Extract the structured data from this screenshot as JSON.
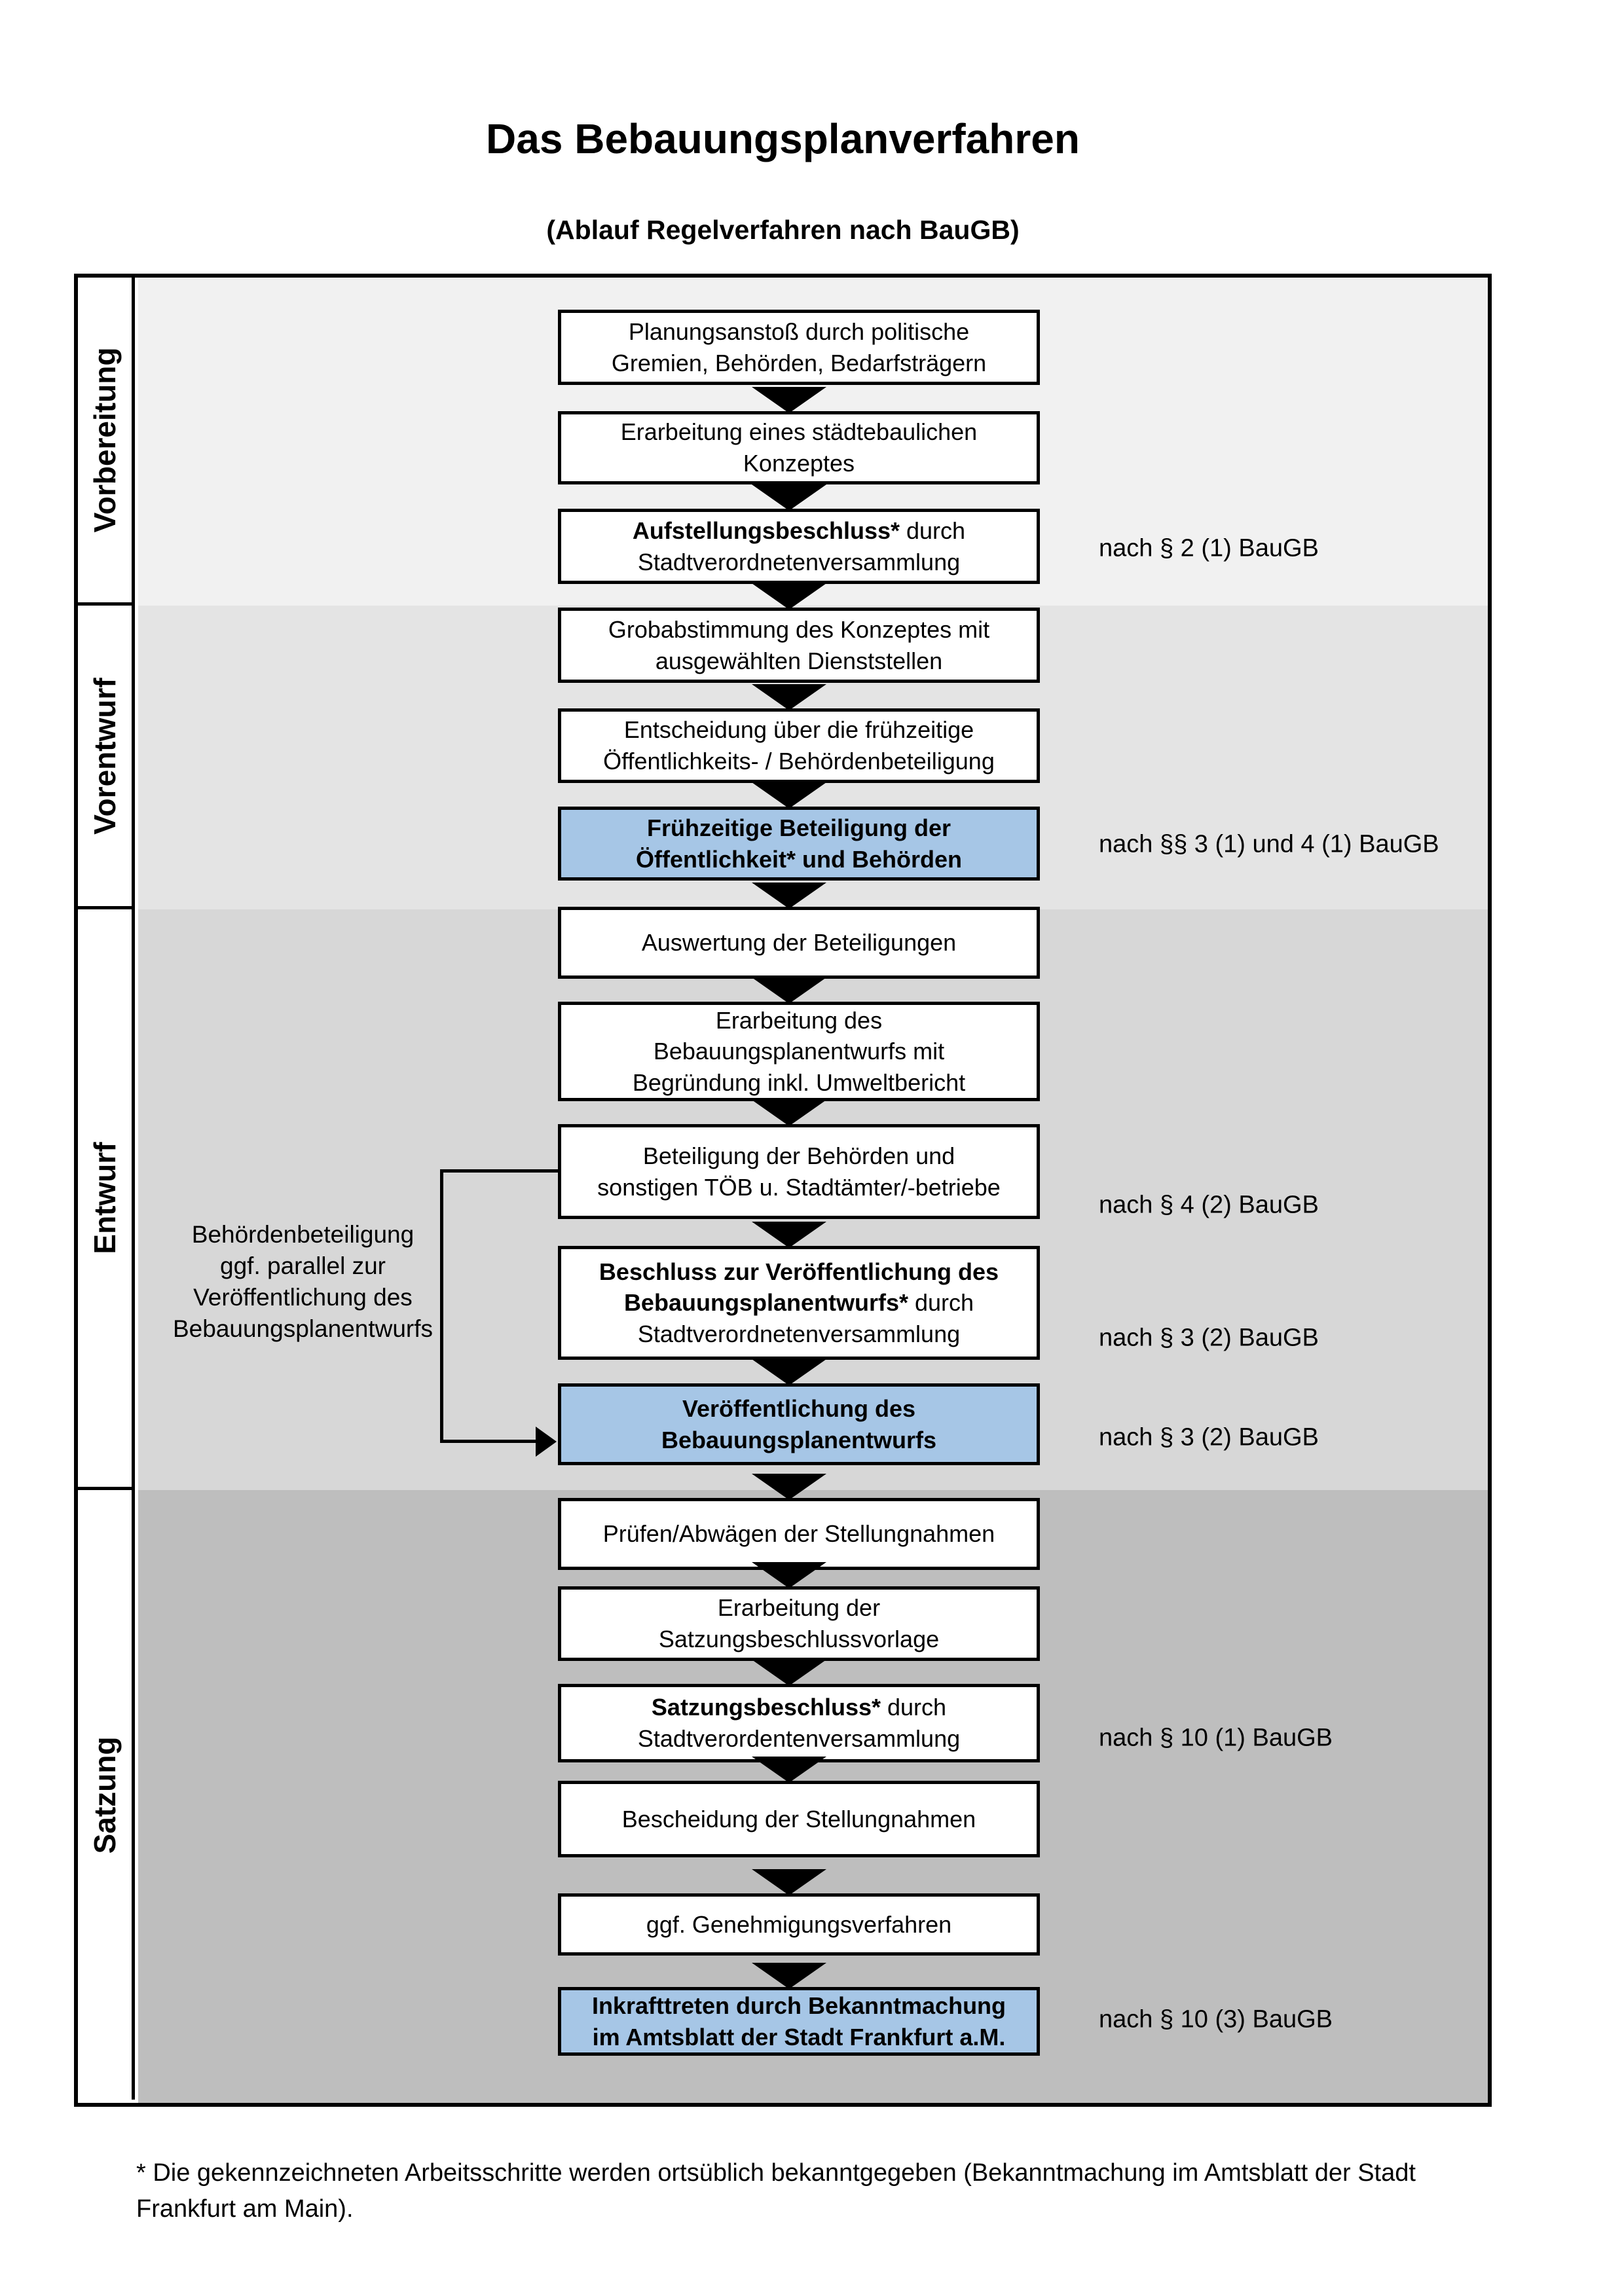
{
  "title": "Das Bebauungsplanverfahren",
  "subtitle": "(Ablauf Regelverfahren nach BauGB)",
  "phases": [
    {
      "label": "Vorbereitung"
    },
    {
      "label": "Vorentwurf"
    },
    {
      "label": "Entwurf"
    },
    {
      "label": "Satzung"
    }
  ],
  "flow": {
    "boxes": [
      {
        "text": "Planungsanstoß durch politische\nGremien, Behörden, Bedarfsträgern"
      },
      {
        "text": "Erarbeitung eines städtebaulichen\nKonzeptes"
      },
      {
        "lead": "Aufstellungsbeschluss*",
        "rest": " durch\nStadtverordnetenversammlung"
      },
      {
        "text": "Grobabstimmung des Konzeptes mit\nausgewählten Dienststellen"
      },
      {
        "text": "Entscheidung über die frühzeitige\nÖffentlichkeits- / Behördenbeteiligung"
      },
      {
        "text": "Frühzeitige Beteiligung der\nÖffentlichkeit* und Behörden"
      },
      {
        "text": "Auswertung der Beteiligungen"
      },
      {
        "text": "Erarbeitung des\nBebauungsplanentwurfs mit\nBegründung inkl. Umweltbericht"
      },
      {
        "text": "Beteiligung der Behörden und\nsonstigen TÖB u. Stadtämter/-betriebe"
      },
      {
        "lead": "Beschluss zur Veröffentlichung des\nBebauungsplanentwurfs*",
        "rest": " durch\nStadtverordnetenversammlung"
      },
      {
        "text": "Veröffentlichung des\nBebauungsplanentwurfs"
      },
      {
        "text": "Prüfen/Abwägen der Stellungnahmen"
      },
      {
        "text": "Erarbeitung der\nSatzungsbeschlussvorlage"
      },
      {
        "lead": "Satzungsbeschluss*",
        "rest": " durch\nStadtverordentenversammlung"
      },
      {
        "text": "Bescheidung der Stellungnahmen"
      },
      {
        "text": "ggf. Genehmigungsverfahren"
      },
      {
        "lead": "Inkrafttreten",
        "rest": " durch Bekanntmachung\nim Amtsblatt der Stadt Frankfurt a.M."
      }
    ]
  },
  "refs": [
    {
      "text": "nach § 2 (1) BauGB"
    },
    {
      "text": "nach §§ 3 (1) und 4 (1) BauGB"
    },
    {
      "text": "nach § 4 (2) BauGB"
    },
    {
      "text": "nach § 3 (2) BauGB"
    },
    {
      "text": "nach § 3 (2) BauGB"
    },
    {
      "text": "nach § 10 (1) BauGB"
    },
    {
      "text": "nach § 10 (3) BauGB"
    }
  ],
  "side_note": "Behördenbeteiligung\nggf. parallel zur\nVeröffentlichung des\nBebauungsplanentwurfs",
  "footnote": "* Die gekennzeichneten Arbeitsschritte werden ortsüblich bekanntgegeben (Bekanntmachung im Amtsblatt  der Stadt\nFrankfurt am Main).",
  "colors": {
    "highlight_blue": "#a6c6e6",
    "band_vorbereitung": "#f1f1f1",
    "band_vorentwurf": "#e4e4e4",
    "band_entwurf": "#d7d7d7",
    "band_satzung": "#bebebe",
    "line": "#000000"
  }
}
